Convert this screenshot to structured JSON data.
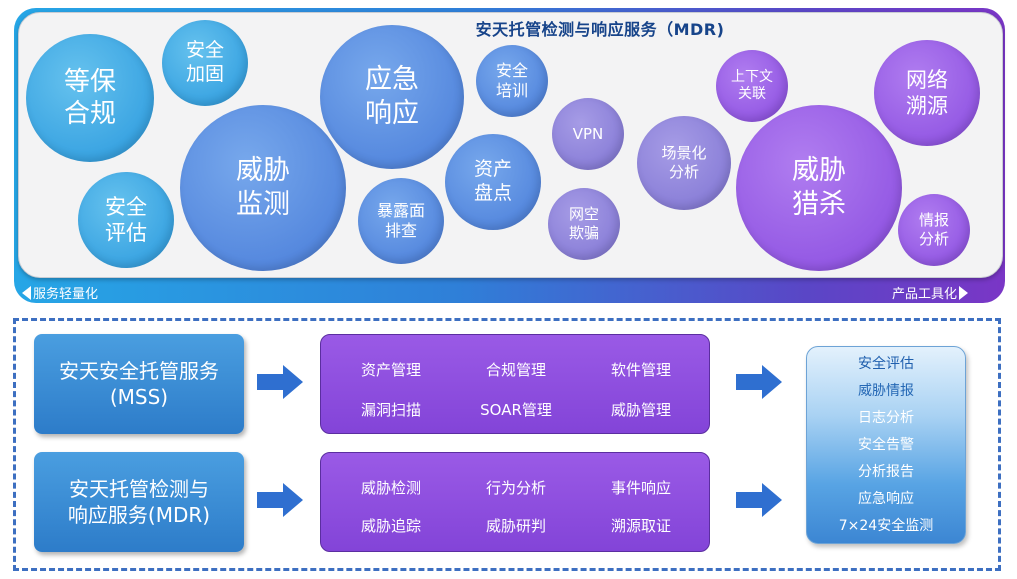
{
  "top": {
    "title": "安天托管检测与响应服务（MDR)",
    "bubbles": [
      {
        "label": "等保\n合规",
        "color": "blue"
      },
      {
        "label": "安全\n加固",
        "color": "blue"
      },
      {
        "label": "安全\n评估",
        "color": "blue"
      },
      {
        "label": "威胁\n监测",
        "color": "mid"
      },
      {
        "label": "应急\n响应",
        "color": "mid"
      },
      {
        "label": "暴露面\n排查",
        "color": "mid"
      },
      {
        "label": "安全\n培训",
        "color": "mid"
      },
      {
        "label": "资产\n盘点",
        "color": "mid"
      },
      {
        "label": "VPN",
        "color": "lavender"
      },
      {
        "label": "网空\n欺骗",
        "color": "lavender"
      },
      {
        "label": "场景化\n分析",
        "color": "lavender"
      },
      {
        "label": "上下文\n关联",
        "color": "purple"
      },
      {
        "label": "威胁\n猎杀",
        "color": "purple"
      },
      {
        "label": "网络\n溯源",
        "color": "purple"
      },
      {
        "label": "情报\n分析",
        "color": "purple"
      }
    ],
    "left_label": "服务轻量化",
    "right_label": "产品工具化"
  },
  "services": [
    {
      "line1": "安天安全托管服务",
      "line2": "(MSS)"
    },
    {
      "line1": "安天托管检测与",
      "line2": "响应服务(MDR)"
    }
  ],
  "functions": [
    [
      "资产管理",
      "合规管理",
      "软件管理",
      "漏洞扫描",
      "SOAR管理",
      "威胁管理"
    ],
    [
      "威胁检测",
      "行为分析",
      "事件响应",
      "威胁追踪",
      "威胁研判",
      "溯源取证"
    ]
  ],
  "outputs": [
    "安全评估",
    "威胁情报",
    "日志分析",
    "安全告警",
    "分析报告",
    "应急响应",
    "7×24安全监测"
  ],
  "colors": {
    "service_blue": "#2d7cc9",
    "function_purple": "#8344d8",
    "arrow_blue": "#2f6fd0",
    "dash_border": "#3d6fc1",
    "title_navy": "#17448a"
  }
}
